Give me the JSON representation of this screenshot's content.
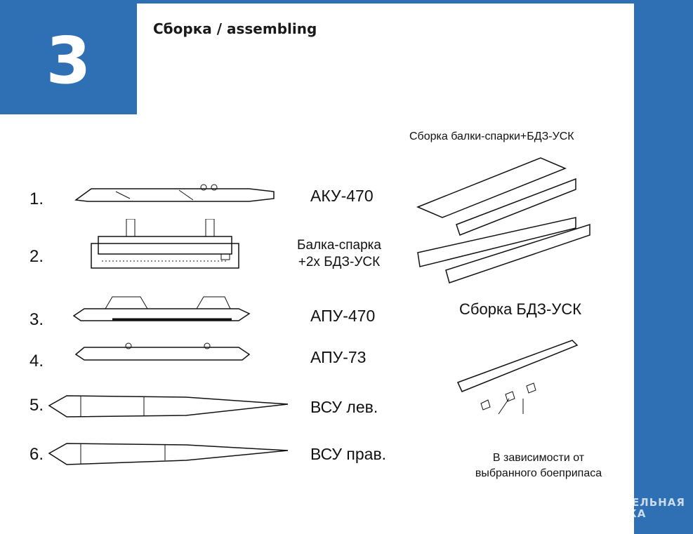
{
  "header": {
    "step_number": "3",
    "title": "Сборка / assembling"
  },
  "parts": [
    {
      "number": "1.",
      "name": "АКУ-470"
    },
    {
      "number": "2.",
      "name_line1": "Балка-спарка",
      "name_line2": "+2х БДЗ-УСК"
    },
    {
      "number": "3.",
      "name": "АПУ-470"
    },
    {
      "number": "4.",
      "name": "АПУ-73"
    },
    {
      "number": "5.",
      "name": "ВСУ лев."
    },
    {
      "number": "6.",
      "name": "ВСУ прав."
    }
  ],
  "right": {
    "heading_top": "Сборка балки-спарки+БДЗ-УСК",
    "heading_mid": "Сборка БДЗ-УСК",
    "note_line1": "В зависимости от",
    "note_line2": "выбранного боеприпаса"
  },
  "watermark": {
    "line1": "МОДЕЛЬНАЯ",
    "line2": "ЛАВКА"
  },
  "colors": {
    "brand_blue": "#2f6fb4"
  }
}
